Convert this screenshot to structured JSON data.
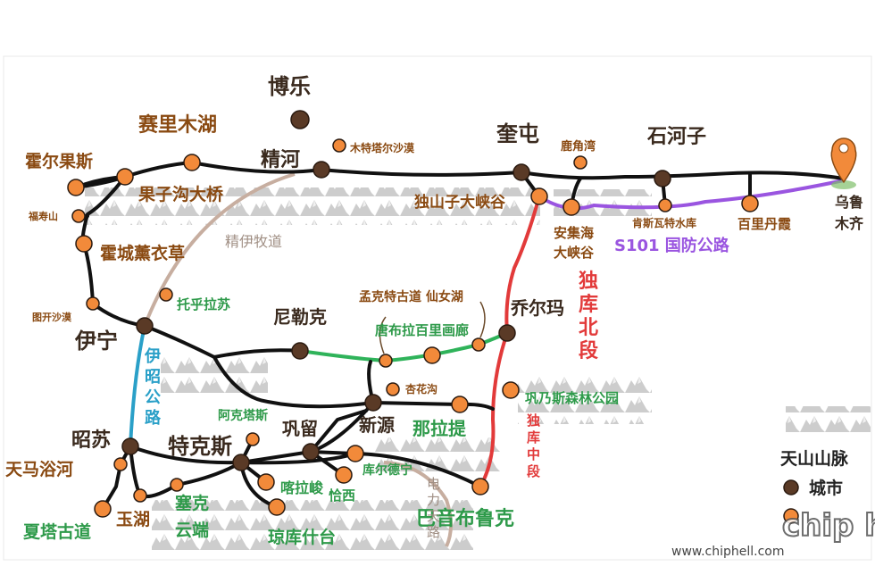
{
  "colors": {
    "main_road": "#111111",
    "city_dot": "#5a3a26",
    "stop_dot": "#f28a3a",
    "s101": "#9a55e0",
    "duku_north": "#e23a3a",
    "yizhao": "#2aa0c8",
    "green_route": "#2fb35a",
    "jingyi": "#c7aea0",
    "mountain": "#b9b9b9",
    "pin": "#f28a3a",
    "label_brown": "#8a4a12",
    "label_green": "#2e9a4a"
  },
  "cities": {
    "bole": "博乐",
    "jinghe": "精河",
    "kuitun": "奎屯",
    "shihezi": "石河子",
    "urumqi_1": "乌鲁",
    "urumqi_2": "木齐",
    "yining": "伊宁",
    "nileke": "尼勒克",
    "xinyuan": "新源",
    "gongliu": "巩留",
    "tekesi": "特克斯",
    "zhaosu": "昭苏",
    "qiaoerma": "乔尔玛",
    "bayinbuluke": "巴音布鲁克"
  },
  "stops": {
    "sailimu": "赛里木湖",
    "huoerguosi": "霍尔果斯",
    "guozigou": "果子沟大桥",
    "fushoushan": "福寿山",
    "huocheng": "霍城薰衣草",
    "tukaishamo": "图开沙漠",
    "tuohulasu": "托乎拉苏",
    "muteta": "木特塔尔沙漠",
    "dushanzi": "独山子大峡谷",
    "lujiaowan": "鹿角湾",
    "anjihai_1": "安集海",
    "anjihai_2": "大峡谷",
    "kensiwate": "肯斯瓦特水库",
    "bailidanxia": "百里丹霞",
    "mengke_xiannv": "孟克特古道 仙女湖",
    "tangbula": "唐布拉百里画廊",
    "xinghuagou": "杏花沟",
    "gongnaisi": "巩乃斯森林公园",
    "nalati": "那拉提",
    "akesasi": "阿克塔斯",
    "kuerdening": "库尔德宁",
    "kalajun": "喀拉峻",
    "qiaxi": "恰西",
    "qiongkushitai": "琼库什台",
    "saike_1": "塞克",
    "saike_2": "云端",
    "yuhu": "玉湖",
    "tianma": "天马浴河",
    "xiata": "夏塔古道"
  },
  "roads": {
    "s101": "S101 国防公路",
    "jingyi": "精伊牧道",
    "yizhao_1": "伊",
    "yizhao_2": "昭",
    "yizhao_3": "公",
    "yizhao_4": "路",
    "duku_north_1": "独",
    "duku_north_2": "库",
    "duku_north_3": "北",
    "duku_north_4": "段",
    "duku_mid_1": "独",
    "duku_mid_2": "库",
    "duku_mid_3": "中",
    "duku_mid_4": "段",
    "dianli_1": "电",
    "dianli_2": "力",
    "dianli_3": "天",
    "dianli_4": "路"
  },
  "legend": {
    "tianshan": "天山山脉",
    "city": "城市"
  },
  "watermark": {
    "site": "www.chiphell.com",
    "logo": "chip hell"
  }
}
